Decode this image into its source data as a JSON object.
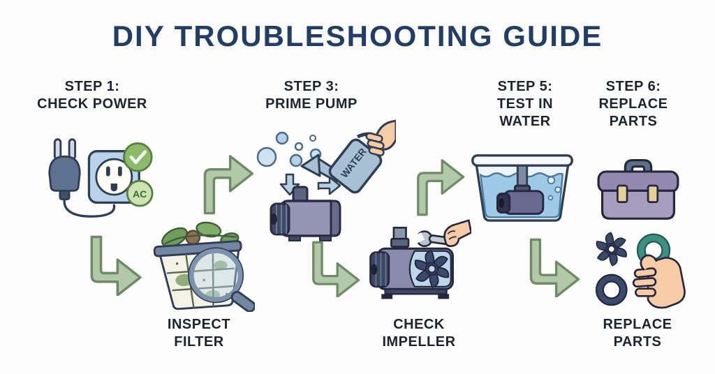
{
  "title": "DIY TROUBLESHOOTING GUIDE",
  "steps": {
    "step1": {
      "heading": "STEP 1:",
      "label": "CHECK POWER"
    },
    "step2": {
      "label": "INSPECT FILTER"
    },
    "step3": {
      "heading": "STEP 3:",
      "label": "PRIME PUMP"
    },
    "step4": {
      "label": "CHECK IMPELLER"
    },
    "step5": {
      "heading": "STEP 5:",
      "label": "TEST IN WATER"
    },
    "step6": {
      "heading": "STEP 6:",
      "label": "REPLACE PARTS"
    },
    "step6b": {
      "label": "REPLACE PARTS"
    }
  },
  "icon_labels": {
    "watering_can": "WATER",
    "ac_badge": "AC"
  },
  "icons": [
    "power-plug-outlet-icon",
    "filter-basket-magnifier-icon",
    "watering-can-priming-pump-icon",
    "pump-impeller-wrench-icon",
    "pump-submerged-in-water-icon",
    "toolbox-icon",
    "impeller-and-seals-in-hand-icon"
  ],
  "colors": {
    "background": "#fdfdfd",
    "title_text": "#223d66",
    "label_text": "#1c2430",
    "arrow_fill": "#b2c8a8",
    "arrow_stroke": "#6d8c65",
    "outline_dark": "#2f3e55",
    "outlet_blue": "#b9d3ea",
    "plug_gray": "#5e7190",
    "check_green": "#8cb96a",
    "ac_green_pale": "#cde3b4",
    "leaf_green": "#6f9e5c",
    "magnifier_gray": "#7387a3",
    "pump_body": "#9595b5",
    "pump_dark": "#3c4763",
    "water_blue": "#9ecae8",
    "can_blue": "#a8c0d4",
    "skin": "#f6cba6",
    "toolbox_purple": "#948ab0",
    "clasp_tan": "#e6d097",
    "impeller_navy": "#3a4a6b",
    "seal_teal": "#3f8f80"
  }
}
